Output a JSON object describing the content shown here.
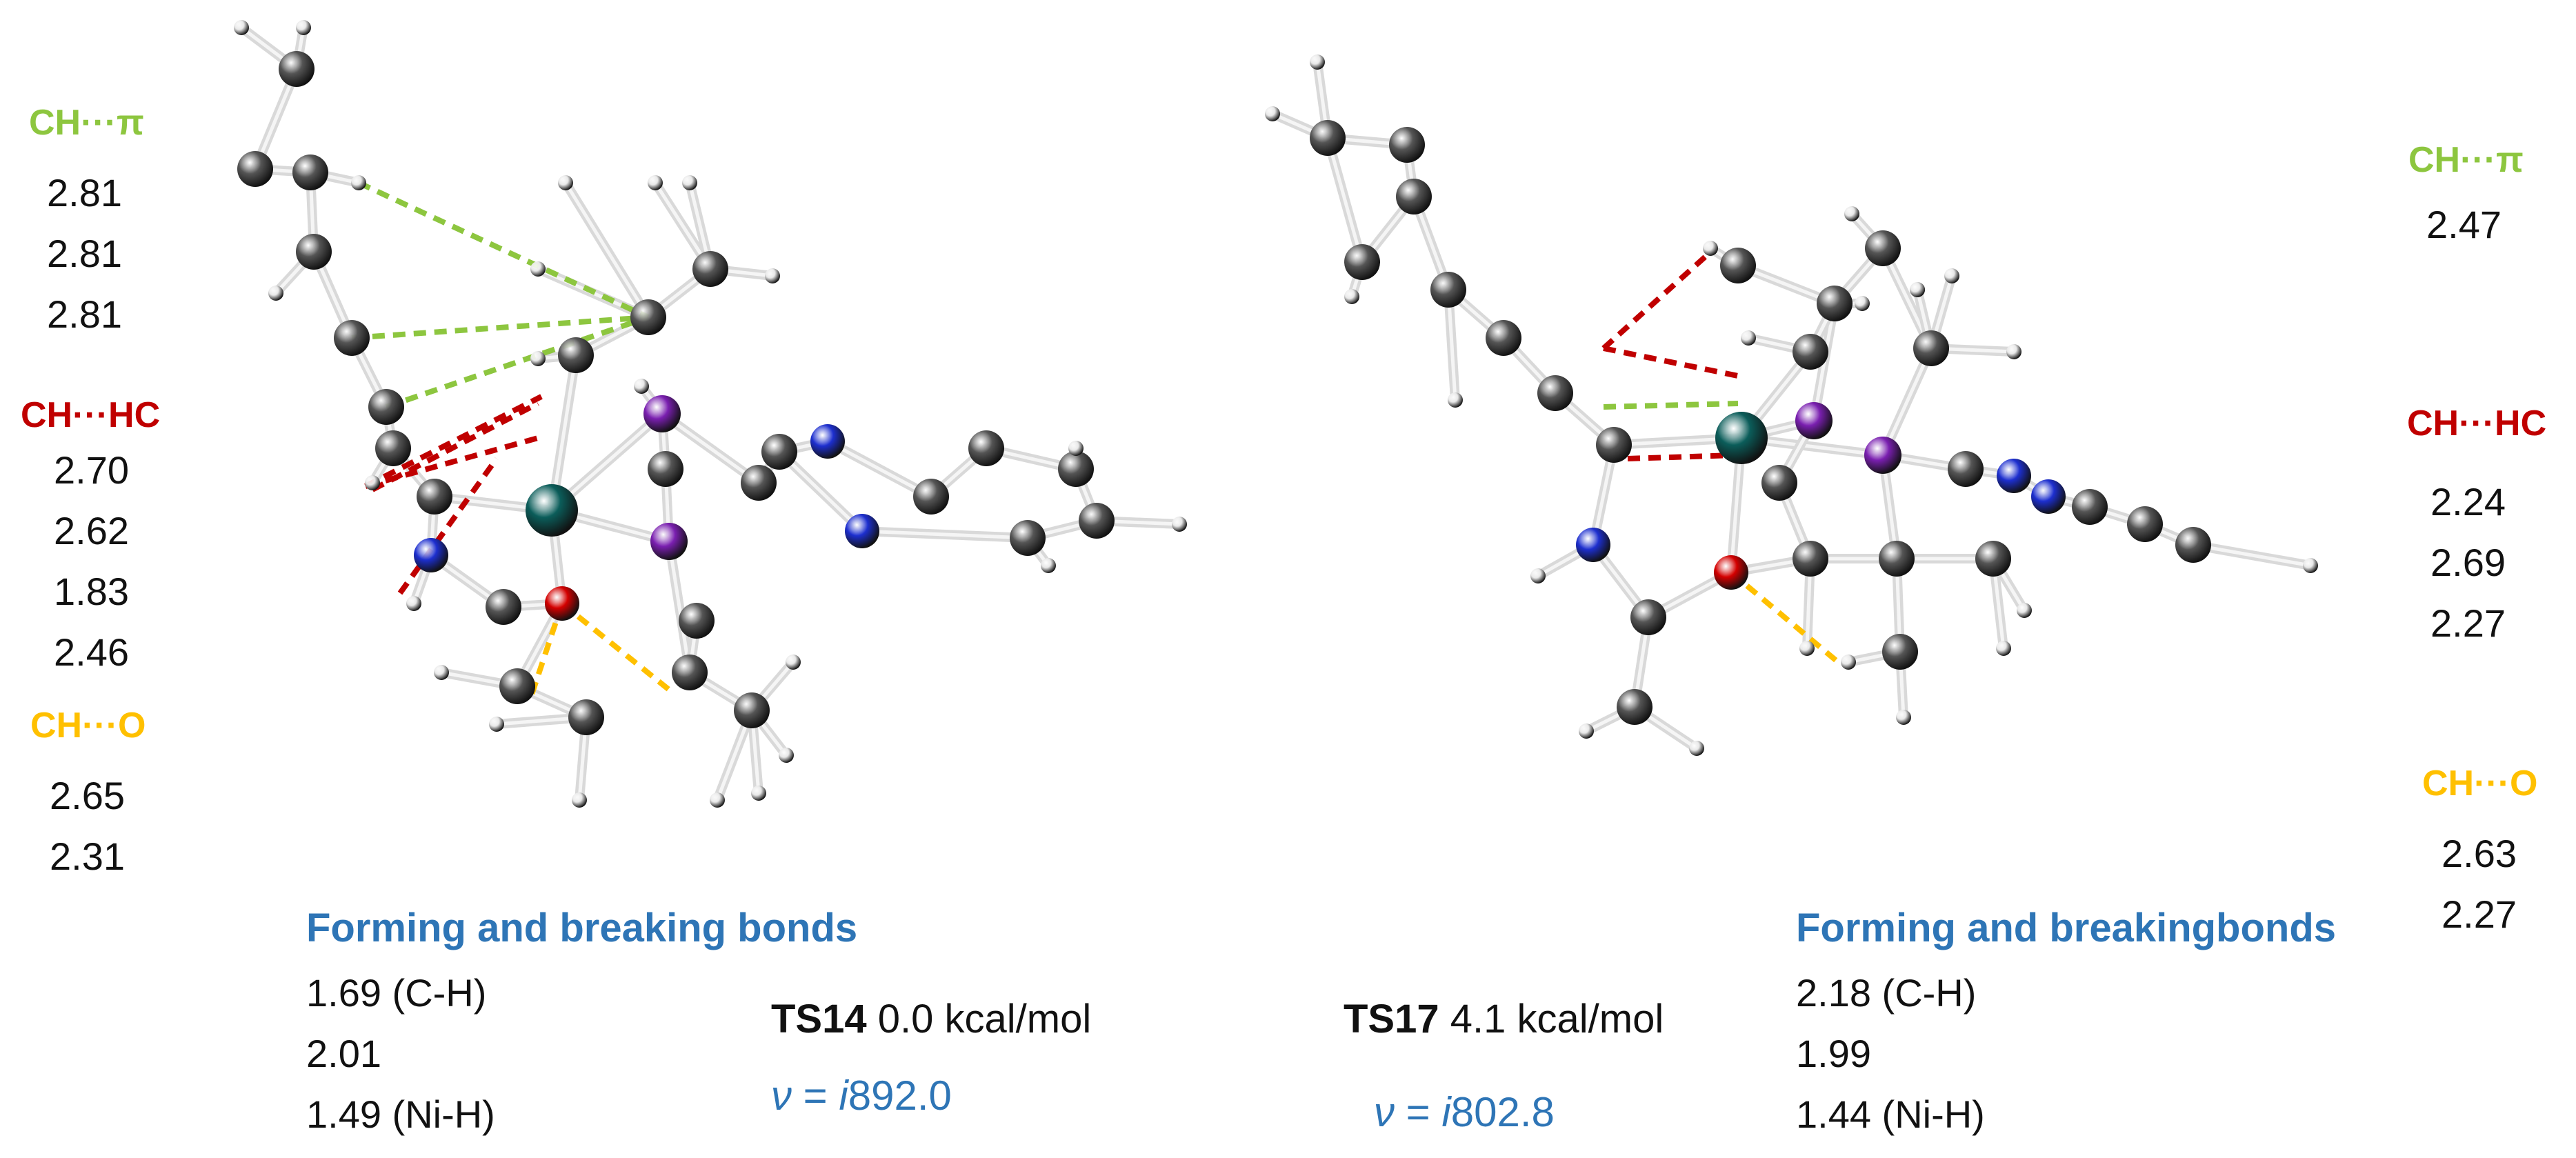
{
  "left": {
    "ch_pi": {
      "label": "CH···π",
      "values": [
        "2.81",
        "2.81",
        "2.81"
      ]
    },
    "ch_hc": {
      "label": "CH···HC",
      "values": [
        "2.70",
        "2.62",
        "1.83",
        "2.46"
      ]
    },
    "ch_o": {
      "label": "CH···O",
      "values": [
        "2.65",
        "2.31"
      ]
    },
    "bonds": {
      "title": "Forming and breaking bonds",
      "lines": [
        "1.69 (C-H)",
        "2.01",
        "1.49 (Ni-H)"
      ]
    },
    "ts": {
      "name": "TS14",
      "energy": "0.0 kcal/mol",
      "nu_symbol": "ν",
      "nu_eq": "=",
      "nu_i": "i",
      "nu_value": "892.0"
    }
  },
  "right": {
    "ch_pi": {
      "label": "CH···π",
      "values": [
        "2.47"
      ]
    },
    "ch_hc": {
      "label": "CH···HC",
      "values": [
        "2.24",
        "2.69",
        "2.27"
      ]
    },
    "ch_o": {
      "label": "CH···O",
      "values": [
        "2.63",
        "2.27"
      ]
    },
    "bonds": {
      "title": "Forming and breakingbonds",
      "lines": [
        "2.18 (C-H)",
        "1.99",
        "1.44 (Ni-H)"
      ]
    },
    "ts": {
      "name": "TS17",
      "energy": "4.1 kcal/mol",
      "nu_symbol": "ν",
      "nu_eq": "=",
      "nu_i": "i",
      "nu_value": "802.8"
    }
  },
  "colors": {
    "ch_pi": "#8dc63f",
    "ch_hc": "#c00000",
    "ch_o": "#ffc000",
    "accent_blue": "#2e75b6",
    "carbon": "#555555",
    "nickel": "#0b5d5a",
    "nitrogen": "#1d2fcf",
    "phosphorus": "#7a1fb0",
    "oxygen": "#d40000",
    "hydrogen": "#e8e8e8",
    "bond": "#d9d9d9"
  }
}
